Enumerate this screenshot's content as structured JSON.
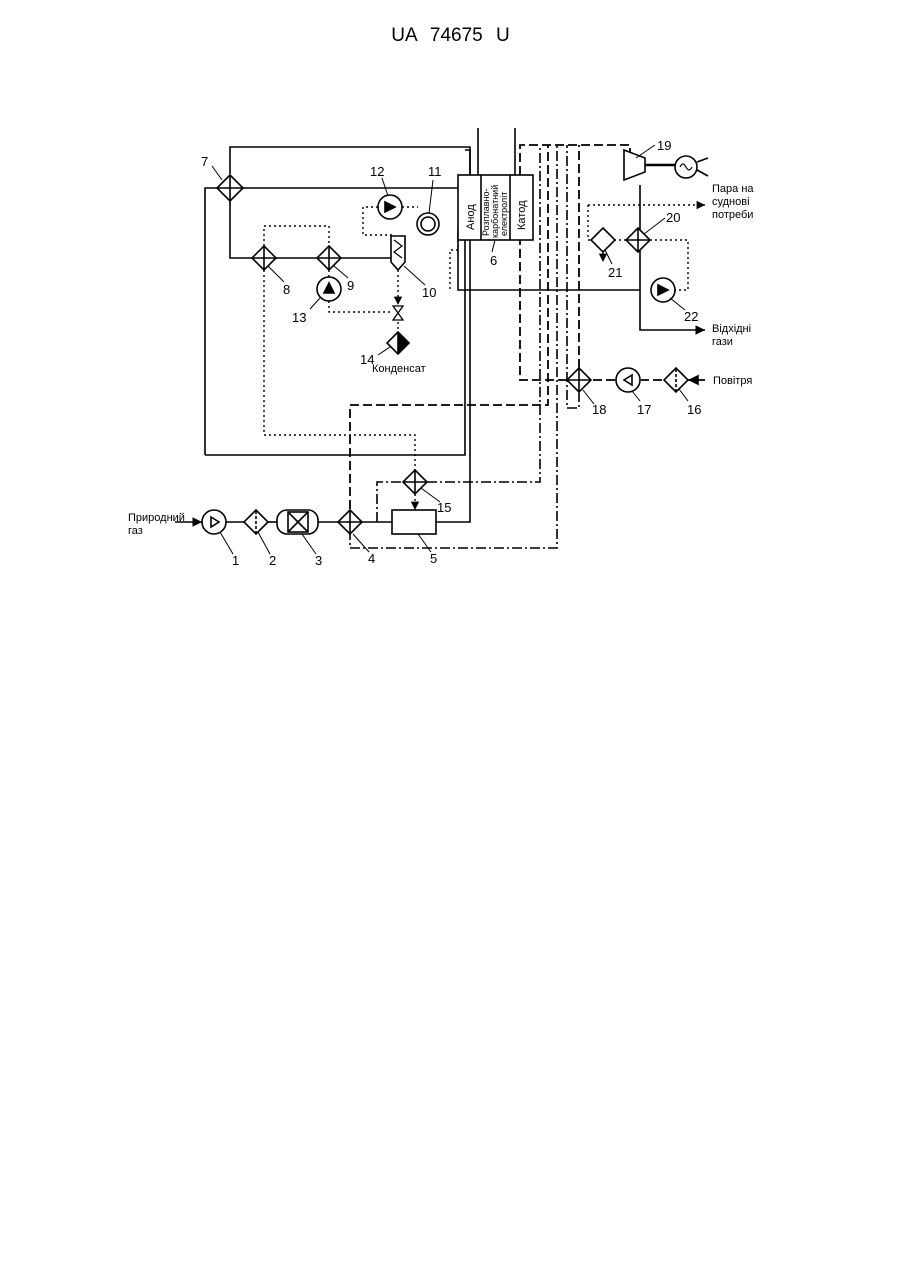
{
  "header": {
    "doc_id": "UA  74675  U"
  },
  "labels": {
    "natural_gas": [
      "Природний",
      "газ"
    ],
    "condensate": "Конденсат",
    "air": "Повітря",
    "steam": [
      "Пара на",
      "суднові",
      "потреби"
    ],
    "exhaust": [
      "Відхідні",
      "гази"
    ],
    "anode": "Анод",
    "electrolyte": [
      "Розплавно-",
      "карбонатний",
      "електроліт"
    ],
    "cathode": "Катод"
  },
  "numbers": {
    "n1": "1",
    "n2": "2",
    "n3": "3",
    "n4": "4",
    "n5": "5",
    "n6": "6",
    "n7": "7",
    "n8": "8",
    "n9": "9",
    "n10": "10",
    "n11": "11",
    "n12": "12",
    "n13": "13",
    "n14": "14",
    "n15": "15",
    "n16": "16",
    "n17": "17",
    "n18": "18",
    "n19": "19",
    "n20": "20",
    "n21": "21",
    "n22": "22"
  }
}
